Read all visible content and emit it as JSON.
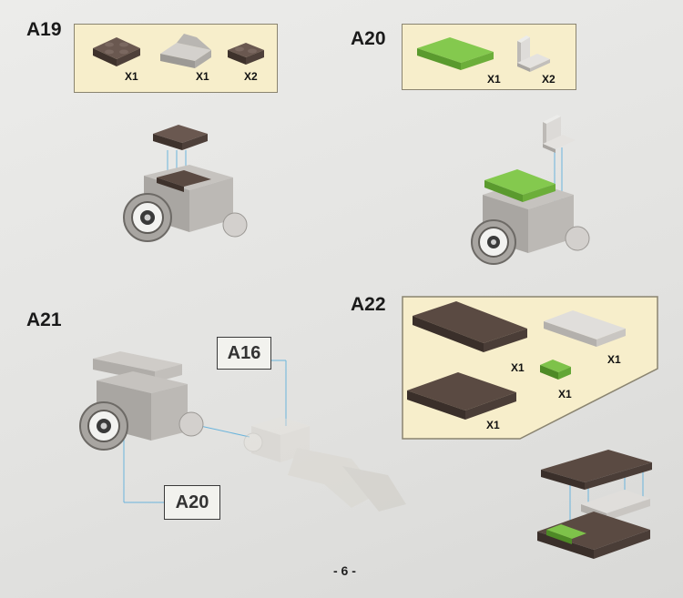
{
  "steps": {
    "a19": {
      "label": "A19",
      "parts": [
        {
          "name": "dark-brown-plate-2x2",
          "qty": "X1",
          "color": "#5a4a42"
        },
        {
          "name": "light-gray-slope-wedge",
          "qty": "X1",
          "color": "#c9c6c2"
        },
        {
          "name": "dark-brown-plate-1x2",
          "qty": "X2",
          "color": "#5a4a42"
        }
      ]
    },
    "a20": {
      "label": "A20",
      "parts": [
        {
          "name": "lime-green-tile-2x4",
          "qty": "X1",
          "color": "#7ec24a"
        },
        {
          "name": "light-gray-bracket",
          "qty": "X2",
          "color": "#d8d6d3"
        }
      ]
    },
    "a21": {
      "label": "A21",
      "callouts": [
        "A16",
        "A20"
      ]
    },
    "a22": {
      "label": "A22",
      "parts": [
        {
          "name": "dark-brown-plate-2x6",
          "qty": "X1",
          "color": "#4c403a"
        },
        {
          "name": "light-gray-plate-2x4",
          "qty": "X1",
          "color": "#d6d4d1"
        },
        {
          "name": "lime-green-plate-1x2",
          "qty": "X1",
          "color": "#6fb83f"
        },
        {
          "name": "dark-brown-plate-4x4",
          "qty": "X1",
          "color": "#4c403a"
        }
      ]
    }
  },
  "page_number": "- 6 -",
  "colors": {
    "parts_box_bg": "#f7eecb",
    "guide_line": "#6ab4dc",
    "dark_brown": "#4c403a",
    "light_gray": "#d2cfcc",
    "lime_green": "#7ec24a"
  }
}
